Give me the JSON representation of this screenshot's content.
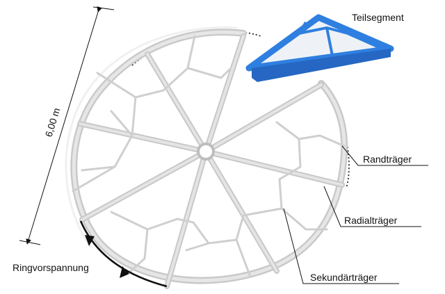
{
  "labels": {
    "dimension": "6,00 m",
    "segment": "Teilsegment",
    "edge_beam": "Randträger",
    "radial_beam": "Radialträger",
    "secondary_beam": "Sekundärträger",
    "ring_prestress": "Ringvorspannung"
  },
  "colors": {
    "structure": "#cfcfcf",
    "structure_edge": "#a8a8a8",
    "segment_blue": "#2f7fe0",
    "segment_fill": "#eef2f6",
    "annotation": "#111111"
  }
}
